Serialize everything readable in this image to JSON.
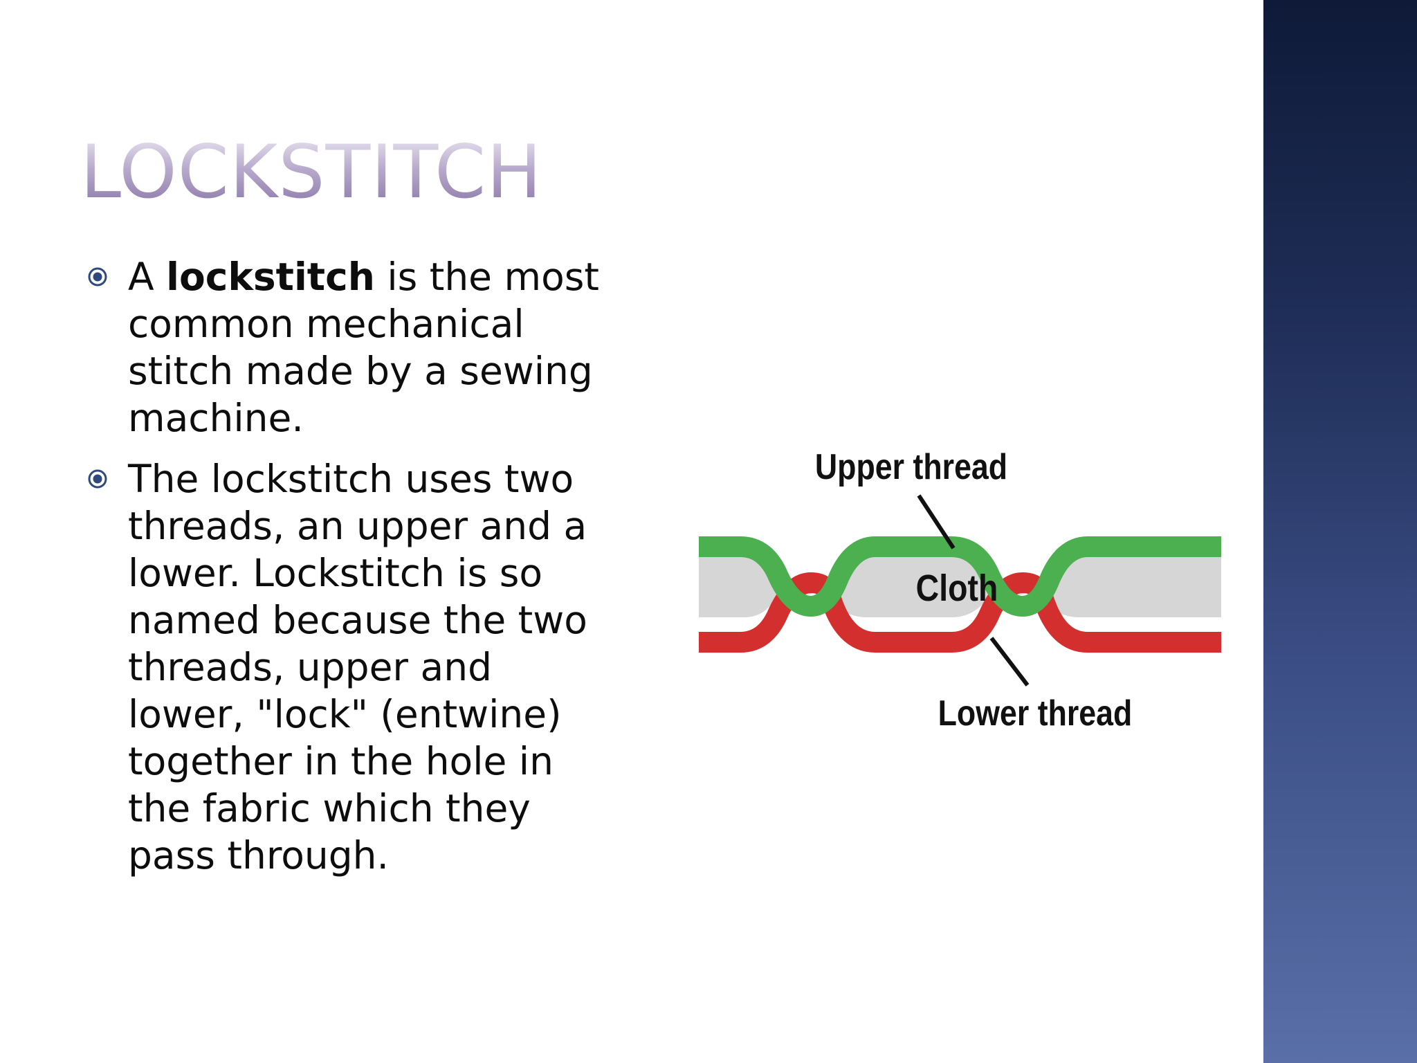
{
  "slide": {
    "title": "Lockstitch",
    "bullets": [
      {
        "prefix": "A ",
        "bold": "lockstitch",
        "suffix": " is the most common mechanical stitch made by a sewing machine."
      },
      {
        "text": "The lockstitch uses two threads, an upper and a lower. Lockstitch is so named because the two threads, upper and lower, \"lock\" (entwine) together in the hole in the fabric which they pass through."
      }
    ]
  },
  "diagram": {
    "upper_label": "Upper thread",
    "cloth_label": "Cloth",
    "lower_label": "Lower thread",
    "colors": {
      "upper_thread": "#4caf50",
      "lower_thread": "#d32f2f",
      "cloth": "#d6d6d6"
    }
  },
  "theme": {
    "title_color": "#8f80ad",
    "bullet_color": "#2e4a7d",
    "side_band_color": "#2a3a6a"
  }
}
